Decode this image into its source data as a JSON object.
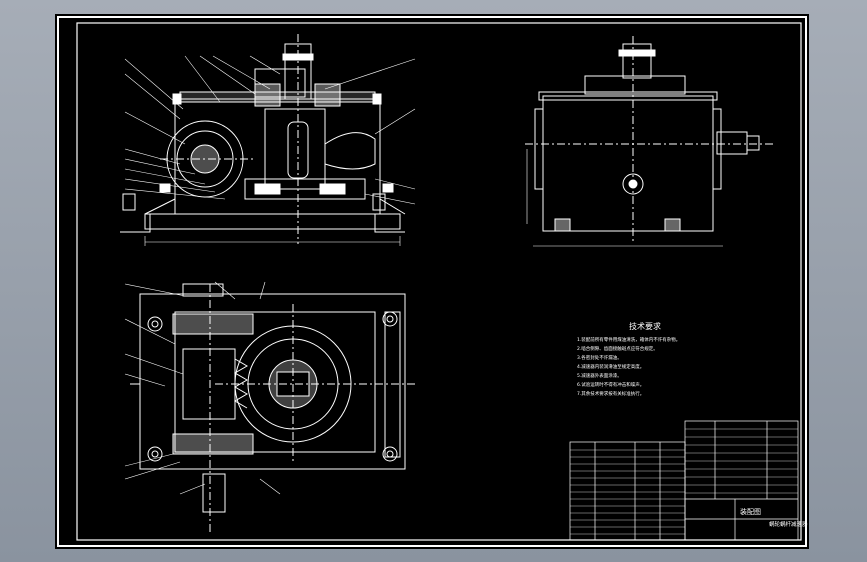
{
  "drawing": {
    "tech_requirements_title": "技术要求",
    "tech_requirements": [
      "1.装配前所有零件用煤油清洗，箱体内不许有杂物。",
      "2.啮合侧隙、齿面接触斑点应符合规定。",
      "3.各密封处不许漏油。",
      "4.减速器内装润滑油至规定高度。",
      "5.减速器外表面涂漆。",
      "6.试验运转时不得有冲击和噪声。",
      "7.其余技术要求按有关标准执行。"
    ],
    "title_block": {
      "name_short": "装配图",
      "name_full": "蜗轮蜗杆减速器"
    },
    "colors": {
      "screen_bg": "#a0a7b1",
      "paper": "#000000",
      "line": "#ffffff"
    }
  }
}
